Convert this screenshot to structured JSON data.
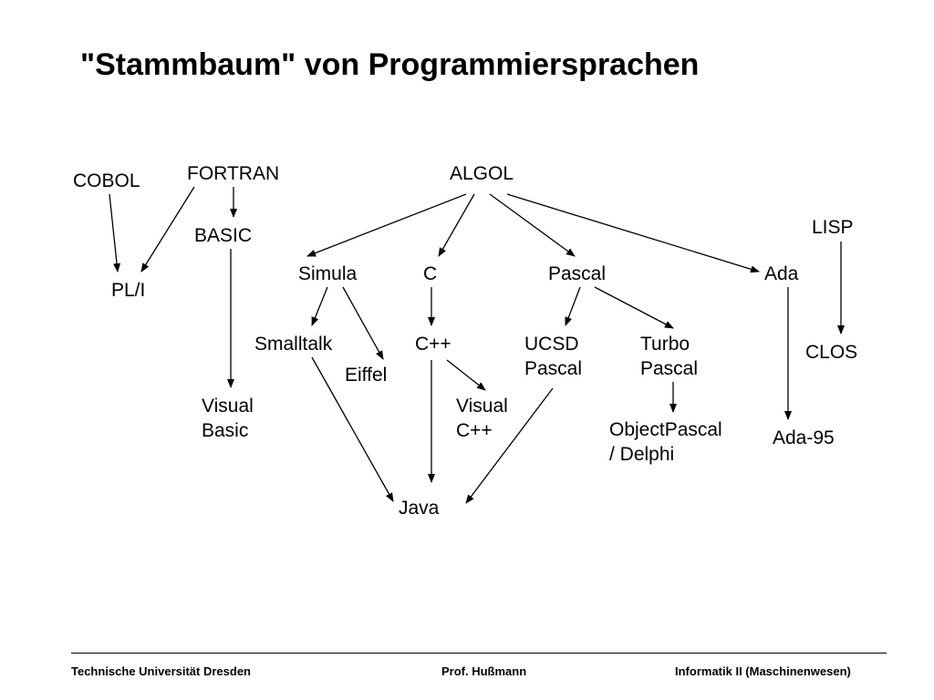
{
  "title": "\"Stammbaum\" von Programmiersprachen",
  "nodes": {
    "cobol": [
      "COBOL"
    ],
    "fortran": [
      "FORTRAN"
    ],
    "algol": [
      "ALGOL"
    ],
    "basic": [
      "BASIC"
    ],
    "lisp": [
      "LISP"
    ],
    "pli": [
      "PL/I"
    ],
    "simula": [
      "Simula"
    ],
    "c": [
      "C"
    ],
    "pascal": [
      "Pascal"
    ],
    "ada": [
      "Ada"
    ],
    "smalltalk": [
      "Smalltalk"
    ],
    "cpp": [
      "C++"
    ],
    "ucsd_pascal": [
      "UCSD",
      "Pascal"
    ],
    "turbo_pascal": [
      "Turbo",
      "Pascal"
    ],
    "clos": [
      "CLOS"
    ],
    "eiffel": [
      "Eiffel"
    ],
    "visual_basic": [
      "Visual",
      "Basic"
    ],
    "visual_cpp": [
      "Visual",
      "C++"
    ],
    "objectpascal": [
      "ObjectPascal",
      "/ Delphi"
    ],
    "ada95": [
      "Ada-95"
    ],
    "java": [
      "Java"
    ]
  },
  "edges": [
    [
      "cobol",
      "pli"
    ],
    [
      "fortran",
      "pli"
    ],
    [
      "fortran",
      "basic"
    ],
    [
      "algol",
      "simula"
    ],
    [
      "algol",
      "c"
    ],
    [
      "algol",
      "pascal"
    ],
    [
      "algol",
      "ada"
    ],
    [
      "lisp",
      "clos"
    ],
    [
      "basic",
      "visual_basic"
    ],
    [
      "simula",
      "smalltalk"
    ],
    [
      "simula",
      "eiffel"
    ],
    [
      "c",
      "cpp"
    ],
    [
      "pascal",
      "ucsd_pascal"
    ],
    [
      "pascal",
      "turbo_pascal"
    ],
    [
      "ada",
      "ada95"
    ],
    [
      "smalltalk",
      "java"
    ],
    [
      "cpp",
      "visual_cpp"
    ],
    [
      "cpp",
      "java"
    ],
    [
      "ucsd_pascal",
      "java"
    ],
    [
      "turbo_pascal",
      "objectpascal"
    ]
  ],
  "footer": {
    "left": "Technische Universität Dresden",
    "center": "Prof. Hußmann",
    "right": "Informatik II (Maschinenwesen)"
  }
}
